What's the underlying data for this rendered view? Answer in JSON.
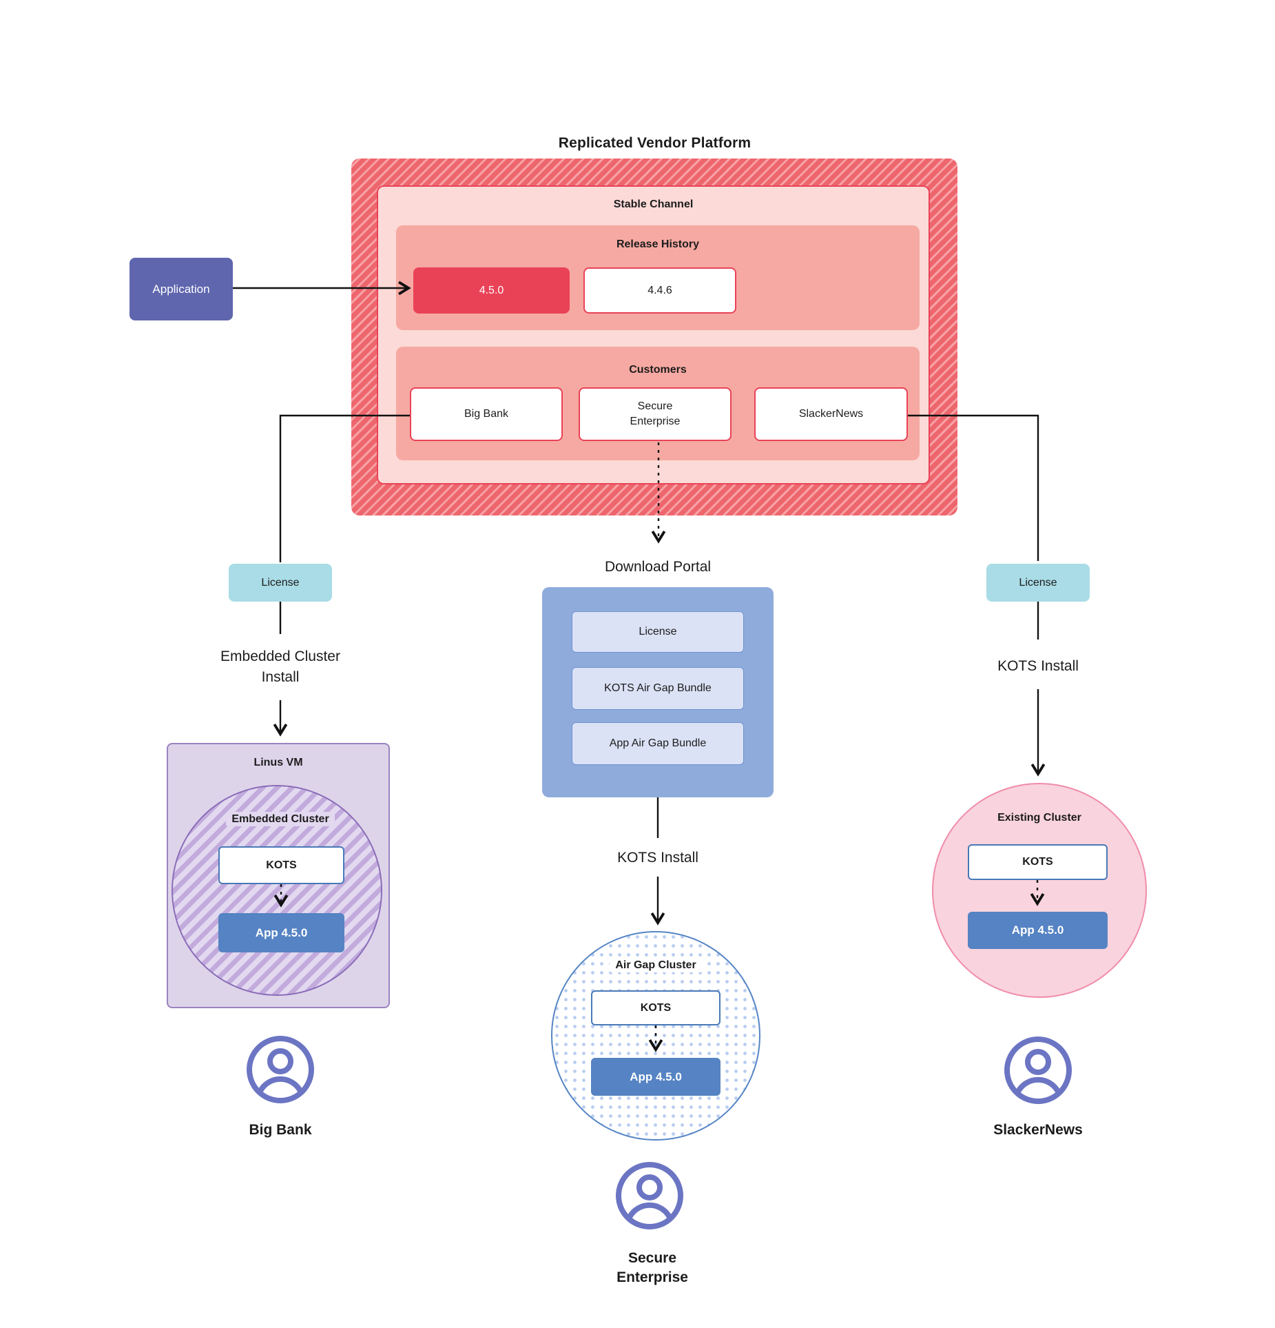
{
  "title": "Replicated Vendor Platform",
  "application": {
    "label": "Application"
  },
  "platform": {
    "stable_channel_label": "Stable Channel",
    "release_history_label": "Release History",
    "releases": [
      "4.5.0",
      "4.4.6"
    ],
    "customers_label": "Customers",
    "customers": [
      "Big Bank",
      "Secure Enterprise",
      "SlackerNews"
    ]
  },
  "left_branch": {
    "license": "License",
    "install": "Embedded Cluster Install",
    "vm_label": "Linus VM",
    "cluster_label": "Embedded Cluster",
    "kots": "KOTS",
    "app": "App 4.5.0",
    "user": "Big Bank"
  },
  "middle_branch": {
    "portal_label": "Download Portal",
    "portal_items": [
      "License",
      "KOTS Air Gap Bundle",
      "App Air Gap Bundle"
    ],
    "install": "KOTS Install",
    "cluster_label": "Air Gap Cluster",
    "kots": "KOTS",
    "app": "App 4.5.0",
    "user": "Secure Enterprise"
  },
  "right_branch": {
    "license": "License",
    "install": "KOTS Install",
    "cluster_label": "Existing Cluster",
    "kots": "KOTS",
    "app": "App 4.5.0",
    "user": "SlackerNews"
  },
  "colors": {
    "accent_red": "#e94257",
    "hatch_red": "#ee666d",
    "pink_light": "#fbdad7",
    "salmon_band": "#f6a9a2",
    "portal_blue": "#8fabdc",
    "portal_item_bg": "#dbe2f6",
    "app_blue": "#5583c3",
    "kots_border_blue": "#4878b8",
    "license_teal": "#a9dce6",
    "application_indigo": "#5f66ae",
    "vm_purple": "#ded4ea",
    "existing_pink": "#f9d3dd",
    "person_indigo": "#6b75c3"
  }
}
